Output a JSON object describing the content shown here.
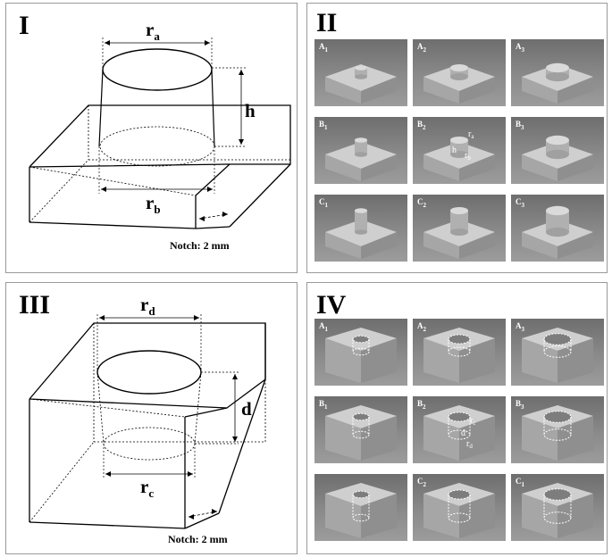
{
  "panels": [
    {
      "id": "I",
      "symbols": {
        "top": "r",
        "top_sub": "a",
        "side": "h",
        "bottom": "r",
        "bottom_sub": "b"
      },
      "notch": "Notch: 2 mm"
    },
    {
      "id": "II"
    },
    {
      "id": "III",
      "symbols": {
        "top": "r",
        "top_sub": "d",
        "side": "d",
        "bottom": "r",
        "bottom_sub": "c"
      },
      "notch": "Notch: 2 mm"
    },
    {
      "id": "IV"
    }
  ],
  "photos_II": [
    {
      "letter": "A",
      "num": "1"
    },
    {
      "letter": "A",
      "num": "2"
    },
    {
      "letter": "A",
      "num": "3"
    },
    {
      "letter": "B",
      "num": "1"
    },
    {
      "letter": "B",
      "num": "2"
    },
    {
      "letter": "B",
      "num": "3"
    },
    {
      "letter": "C",
      "num": "1"
    },
    {
      "letter": "C",
      "num": "2"
    },
    {
      "letter": "C",
      "num": "3"
    }
  ],
  "photos_IV": [
    {
      "letter": "A",
      "num": "1"
    },
    {
      "letter": "A",
      "num": "2"
    },
    {
      "letter": "A",
      "num": "3"
    },
    {
      "letter": "B",
      "num": "1"
    },
    {
      "letter": "B",
      "num": "2"
    },
    {
      "letter": "B",
      "num": "3"
    },
    {
      "letter": "",
      "num": ""
    },
    {
      "letter": "C",
      "num": "2"
    },
    {
      "letter": "C",
      "num": "1"
    }
  ],
  "annotations_II": {
    "ra": "r",
    "ra_sub": "a",
    "h": "h",
    "rb": "r",
    "rb_sub": "b"
  },
  "annotations_IV": {
    "rc": "r",
    "rc_sub": "c",
    "d": "d",
    "rd": "r",
    "rd_sub": "d"
  },
  "colors": {
    "line": "#000000",
    "photo_bg": "#7a7a7a",
    "metal_top": "#c9c9c9",
    "metal_side": "#a8a8a8",
    "metal_dark": "#8e8e8e"
  }
}
